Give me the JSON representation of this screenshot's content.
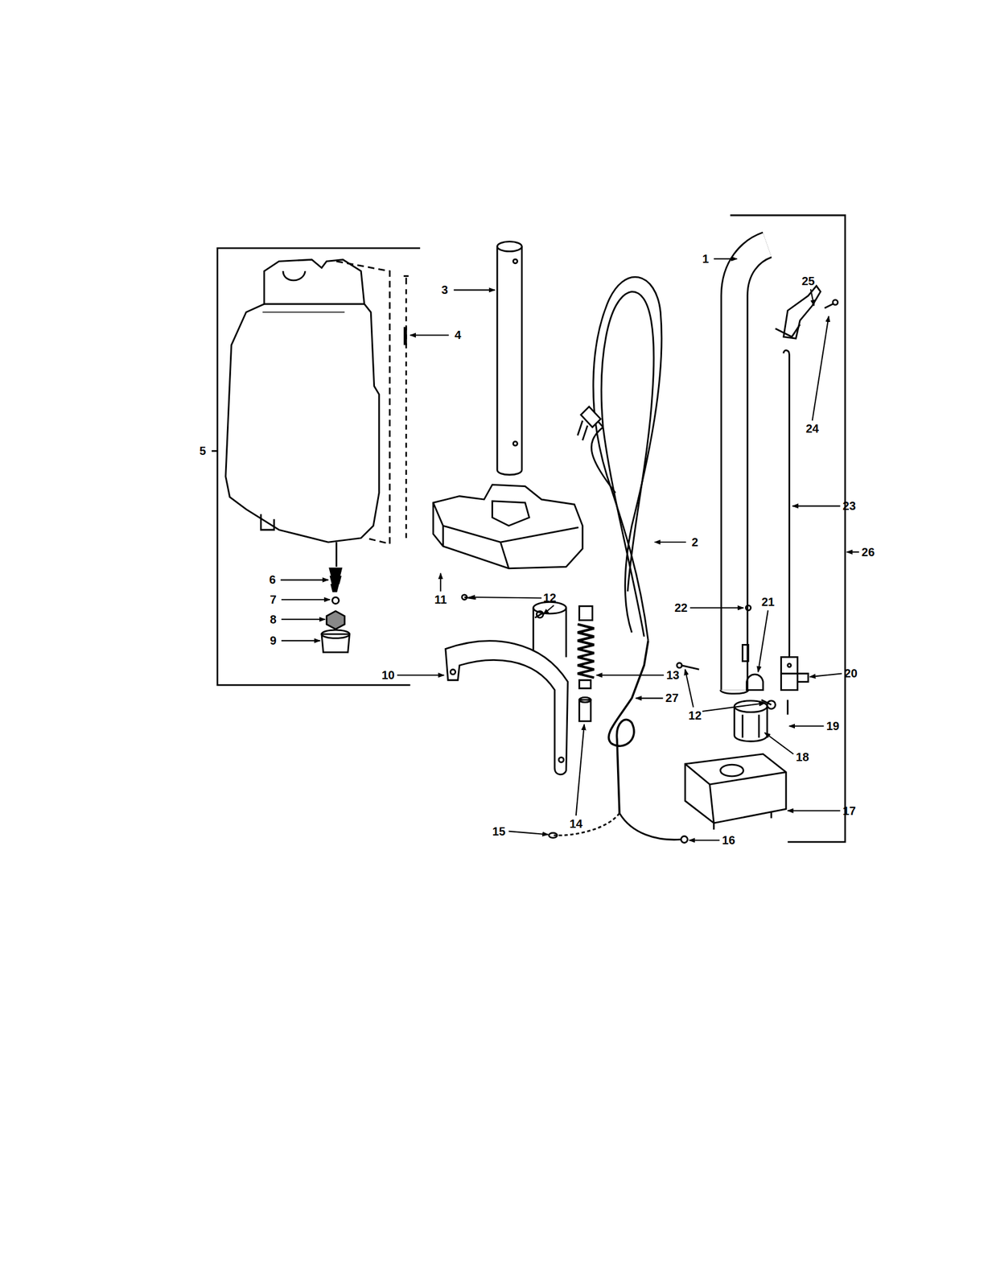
{
  "diagram": {
    "labels": [
      "1",
      "25",
      "3",
      "4",
      "24",
      "5",
      "23",
      "2",
      "26",
      "22",
      "12",
      "11",
      "21",
      "20",
      "10",
      "13",
      "27",
      "12",
      "19",
      "18",
      "17",
      "15",
      "14",
      "16",
      "6",
      "7",
      "8",
      "9"
    ]
  }
}
